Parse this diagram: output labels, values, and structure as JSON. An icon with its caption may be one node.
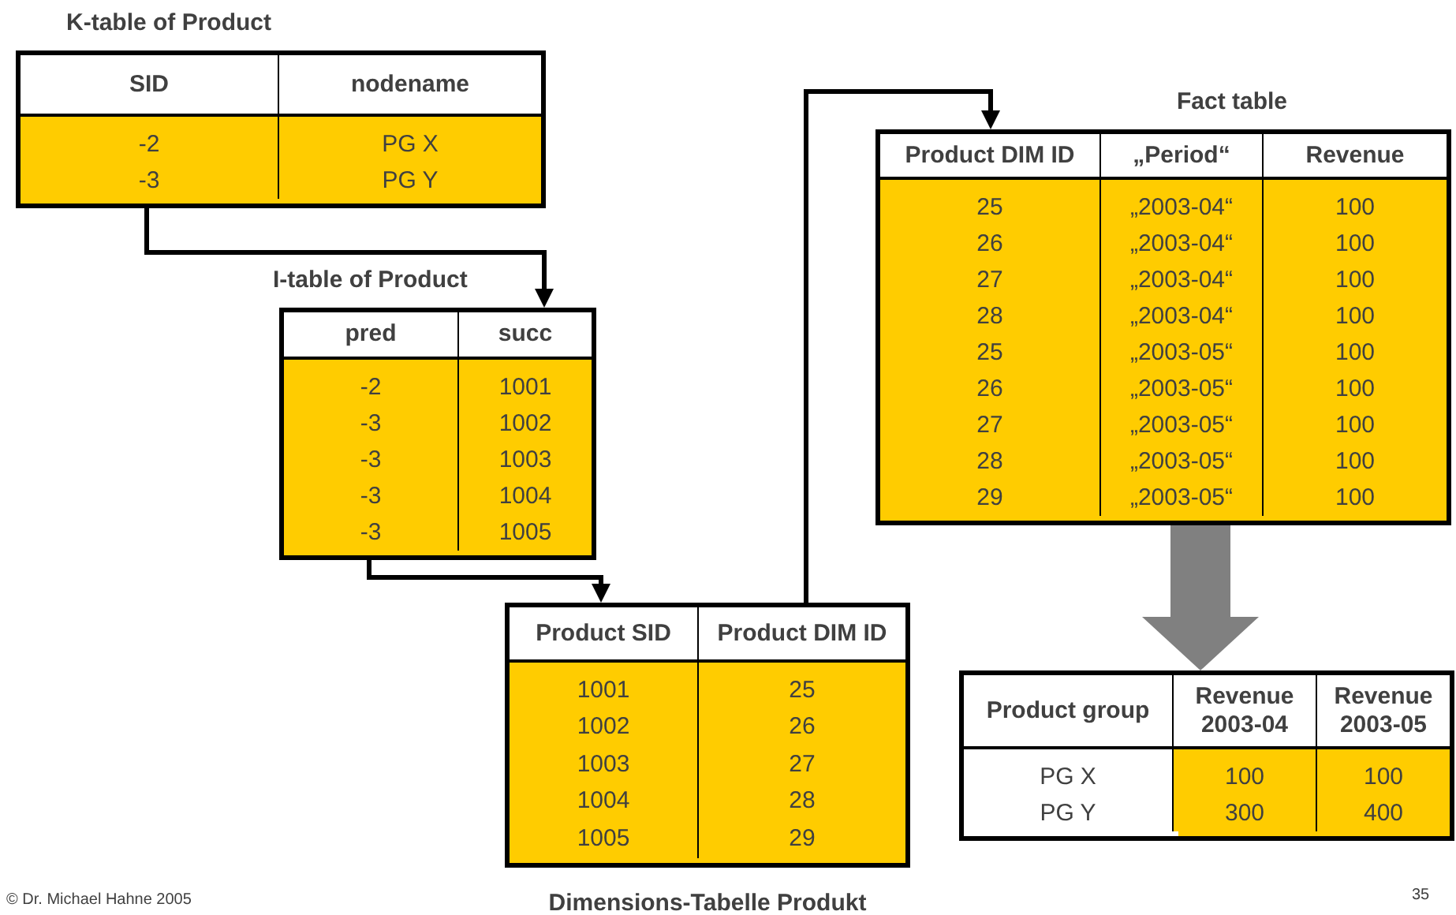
{
  "diagram": {
    "nodes": [
      {
        "text": [
          "K-table of Product",
          "SID",
          "nodename",
          "-2",
          "PG X",
          "-3",
          "PG Y"
        ]
      },
      {
        "text": [
          "I-table of Product",
          "pred",
          "succ",
          "-2",
          "1001",
          "-3",
          "1002",
          "-3",
          "1003",
          "-3",
          "1004",
          "-3",
          "1005"
        ]
      },
      {
        "text": [
          "Product SID",
          "Product DIM ID",
          "1001",
          "25",
          "1002",
          "26",
          "1003",
          "27",
          "1004",
          "28",
          "1005",
          "29",
          "Dimensions-Tabelle Produkt"
        ]
      },
      {
        "text": [
          "Fact table",
          "Product DIM ID",
          "„Period“",
          "Revenue",
          "25",
          "„2003-04“",
          "100",
          "26",
          "„2003-04“",
          "100",
          "27",
          "„2003-04“",
          "100",
          "28",
          "„2003-04“",
          "100",
          "25",
          "„2003-05“",
          "100",
          "26",
          "„2003-05“",
          "100",
          "27",
          "„2003-05“",
          "100",
          "28",
          "„2003-05“",
          "100",
          "29",
          "„2003-05“",
          "100"
        ]
      },
      {
        "text": [
          "Product group",
          "Revenue 2003-04",
          "Revenue 2003-05",
          "PG X",
          "100",
          "100",
          "PG Y",
          "300",
          "400"
        ]
      }
    ],
    "edges": [
      {
        "from": 0,
        "to": 1,
        "arrow": "to"
      },
      {
        "from": 1,
        "to": 2,
        "arrow": "to"
      },
      {
        "from": 2,
        "to": 3,
        "arrow": "to"
      },
      {
        "from": 3,
        "to": 4,
        "arrow": "to",
        "style": "thick",
        "color": "#808080"
      }
    ],
    "labels": [
      "© Dr. Michael Hahne 2005",
      "35"
    ]
  }
}
